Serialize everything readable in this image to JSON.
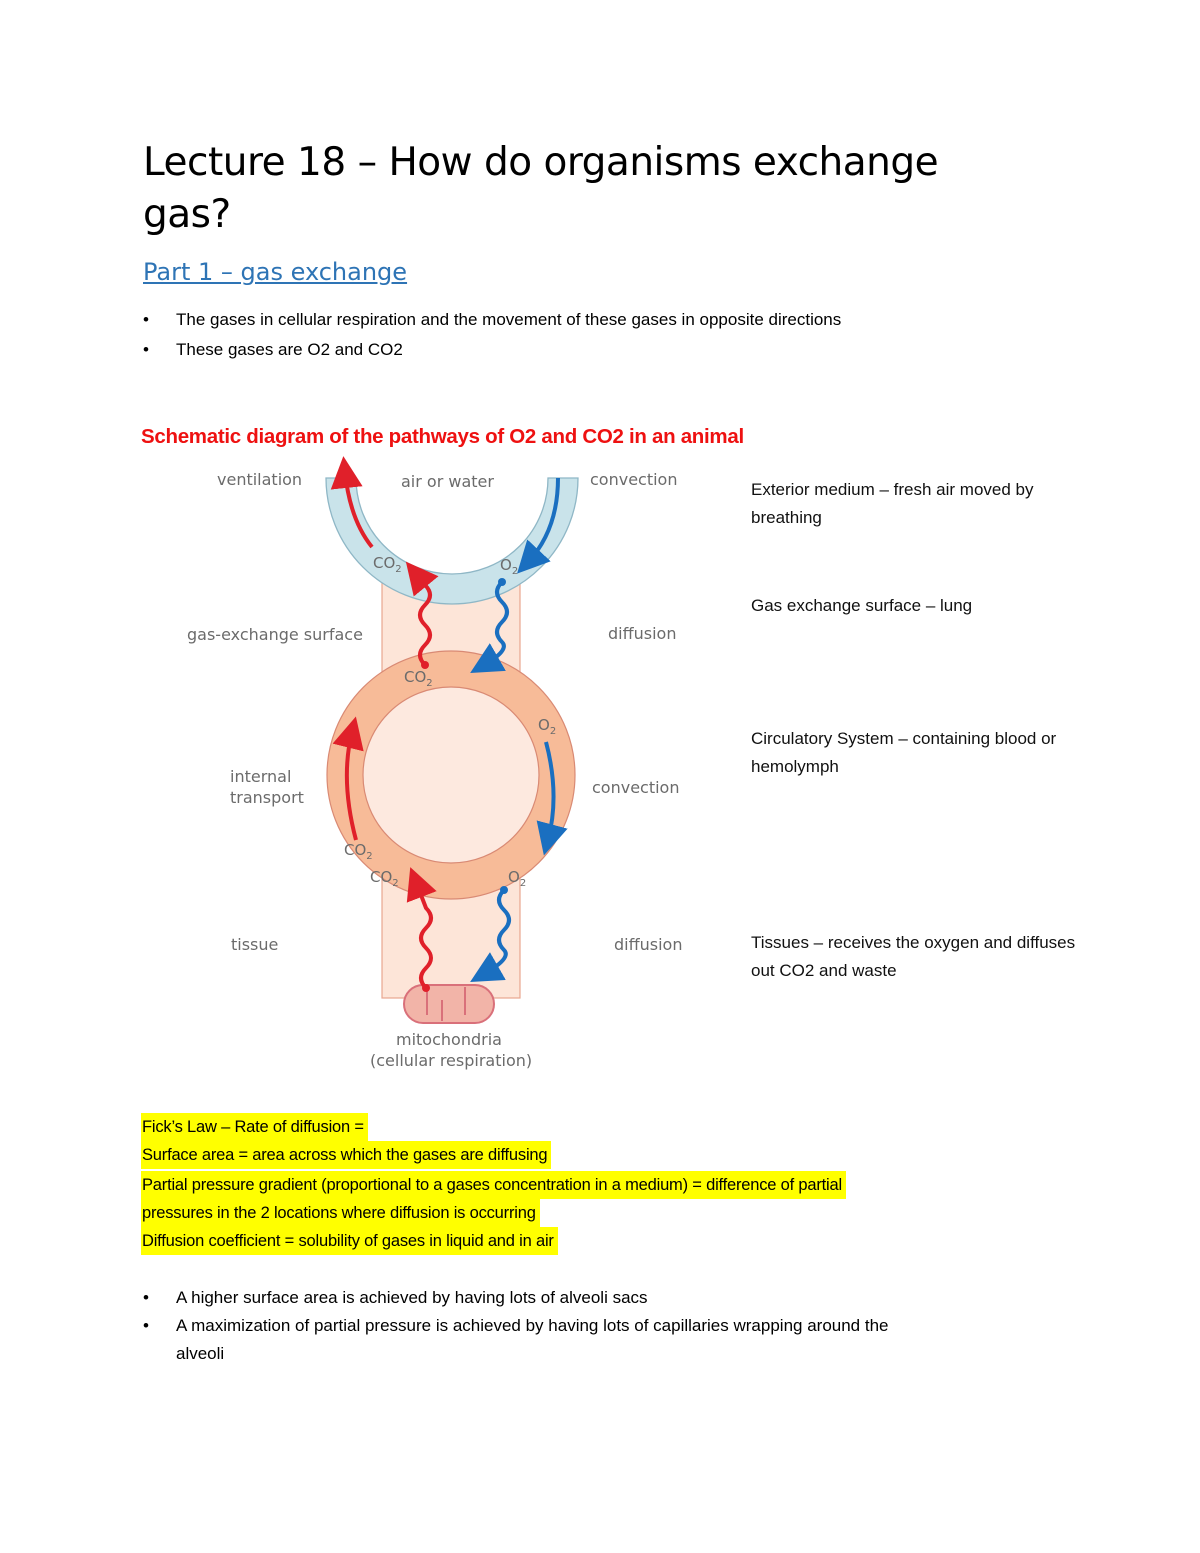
{
  "document": {
    "title_line1": "Lecture 18 – How do organisms exchange",
    "title_line2": "gas?",
    "section_heading": "Part 1 – gas exchange",
    "intro_bullets": [
      "The gases in cellular respiration and the movement of these gases in opposite directions",
      "These gases are O2 and CO2"
    ],
    "bullet_glyph": "•",
    "diagram_heading": "Schematic diagram of the pathways of O2 and CO2 in an animal",
    "diagram": {
      "labels": {
        "ventilation": "ventilation",
        "air_or_water": "air or water",
        "convection_top": "convection",
        "gas_exchange_surface": "gas-exchange surface",
        "diffusion_top": "diffusion",
        "internal": "internal",
        "transport": "transport",
        "convection_mid": "convection",
        "tissue": "tissue",
        "diffusion_bottom": "diffusion",
        "mitochondria": "mitochondria",
        "cellular_respiration": "(cellular respiration)"
      },
      "gas_labels": {
        "co2": "CO",
        "o2": "O",
        "subscript": "2"
      },
      "colors": {
        "exterior_ring": "#c9e3ea",
        "exterior_ring_stroke": "#8fb7c6",
        "tissue_column": "#fde5d8",
        "tissue_column_stroke": "#e8a690",
        "circulatory_ring": "#f7bb98",
        "circulatory_inner": "#fde9df",
        "circulatory_stroke": "#d98a74",
        "co2_arrow": "#e0202a",
        "o2_arrow": "#1a6fc0",
        "mitochondria_fill": "#f2b4a8",
        "mitochondria_stroke": "#d9707a"
      }
    },
    "side_notes": [
      {
        "line1": "Exterior medium – fresh air moved by",
        "line2": "breathing"
      },
      {
        "line1": "Gas exchange surface – lung",
        "line2": ""
      },
      {
        "line1": "Circulatory System – containing blood or",
        "line2": "hemolymph"
      },
      {
        "line1": "Tissues – receives the oxygen and diffuses",
        "line2": "out CO2 and waste"
      }
    ],
    "ficks_law": [
      "Fick’s Law – Rate of diffusion =",
      "Surface area = area across which the gases are diffusing",
      "Partial pressure gradient (proportional to a gases concentration in a medium) = difference of partial",
      "pressures in the 2 locations where diffusion is occurring",
      "Diffusion coefficient = solubility of gases in liquid and in air"
    ],
    "highlight_color": "#ffff00",
    "outro_bullets": [
      "A higher surface area is achieved by having lots of alveoli sacs",
      "A maximization of partial pressure is achieved by having lots of capillaries wrapping around the"
    ],
    "outro_bullet_continuation": "alveoli"
  }
}
